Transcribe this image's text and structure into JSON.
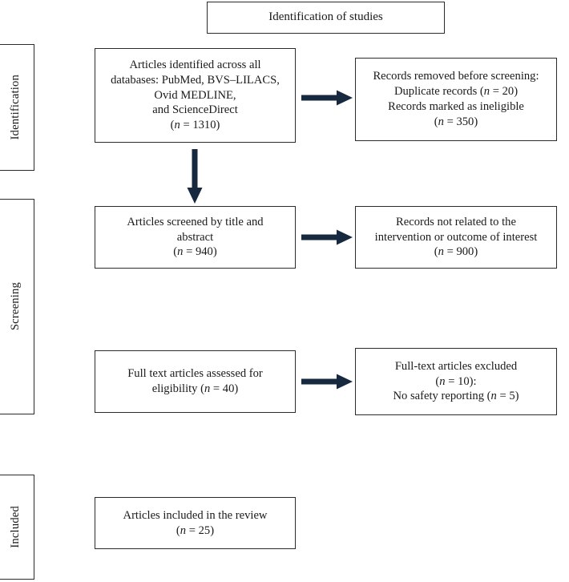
{
  "header": {
    "title": "Identification of studies"
  },
  "stages": [
    {
      "id": "identification",
      "label": "Identification"
    },
    {
      "id": "screening",
      "label": "Screening"
    },
    {
      "id": "included",
      "label": "Included"
    }
  ],
  "colors": {
    "arrow": "#16293f",
    "box_border": "#2b2b2b",
    "background": "#ffffff",
    "text": "#1a1a1a"
  },
  "boxes": {
    "identified": {
      "line1": "Articles identified across all",
      "line2": "databases: PubMed, BVS–LILACS,",
      "line3": "Ovid MEDLINE,",
      "line4": "and ScienceDirect",
      "line5_n": "n",
      "line5_rest": " = 1310)",
      "line5_open": "("
    },
    "removed": {
      "line1": "Records removed before screening:",
      "line2_pre": "Duplicate records (",
      "line2_n": "n",
      "line2_post": " = 20)",
      "line3": "Records marked as ineligible",
      "line4_open": "(",
      "line4_n": "n",
      "line4_post": " = 350)"
    },
    "screened": {
      "line1": "Articles screened by title and",
      "line2": "abstract",
      "line3_open": "(",
      "line3_n": "n",
      "line3_post": " = 940)"
    },
    "not_related": {
      "line1": "Records not related to the",
      "line2": "intervention or outcome of interest",
      "line3_open": "(",
      "line3_n": "n",
      "line3_post": " = 900)"
    },
    "full_text": {
      "line1": "Full text articles assessed for",
      "line2_pre": "eligibility (",
      "line2_n": "n",
      "line2_post": " = 40)"
    },
    "excluded": {
      "line1": "Full-text articles excluded",
      "line2_open": "(",
      "line2_n": "n",
      "line2_post": " = 10):",
      "line3_pre": "No safety reporting (",
      "line3_n": "n",
      "line3_post": " = 5)"
    },
    "included": {
      "line1": "Articles included in the review",
      "line2_open": "(",
      "line2_n": "n",
      "line2_post": " = 25)"
    }
  },
  "arrows": [
    {
      "id": "identified-to-removed",
      "direction": "right"
    },
    {
      "id": "screened-to-not-related",
      "direction": "right"
    },
    {
      "id": "full-text-to-excluded",
      "direction": "right"
    },
    {
      "id": "identified-to-screened",
      "direction": "down"
    }
  ]
}
